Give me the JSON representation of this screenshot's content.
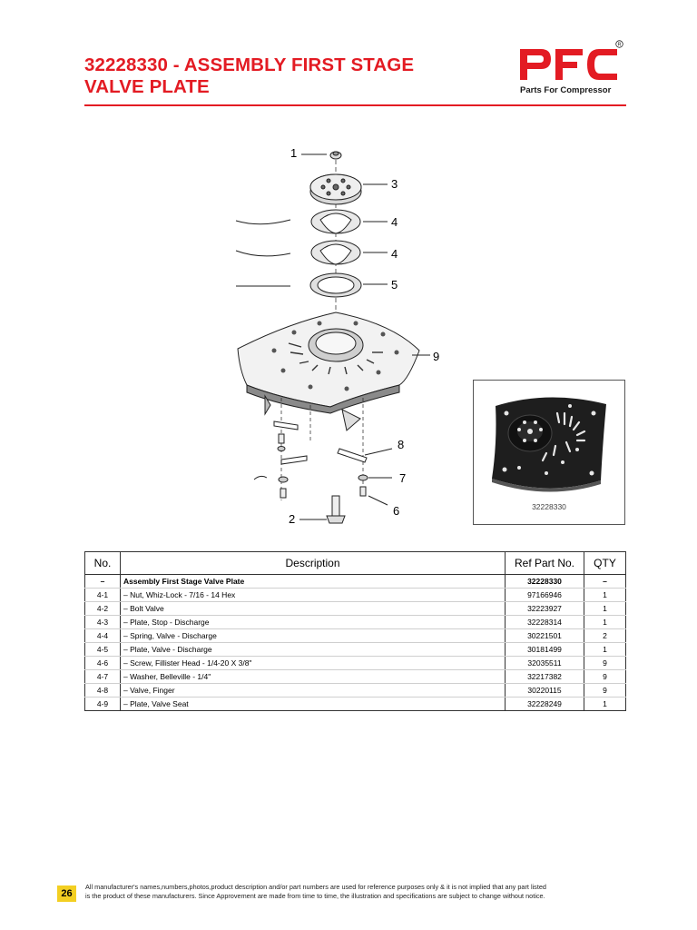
{
  "header": {
    "title_line1": "32228330 - ASSEMBLY FIRST STAGE",
    "title_line2": "VALVE PLATE",
    "logo_text": "PFC",
    "logo_tagline": "Parts For Compressor",
    "brand_color": "#e31b23"
  },
  "diagram": {
    "callouts": {
      "c1": "1",
      "c3": "3",
      "c4a": "4",
      "c4b": "4",
      "c5": "5",
      "c9": "9",
      "c8": "8",
      "c7": "7",
      "c6": "6",
      "c2": "2"
    }
  },
  "photo": {
    "caption": "32228330"
  },
  "table": {
    "headers": {
      "no": "No.",
      "description": "Description",
      "ref": "Ref Part No.",
      "qty": "QTY"
    },
    "rows": [
      {
        "no": "–",
        "description": "Assembly First Stage Valve Plate",
        "ref": "32228330",
        "qty": "–"
      },
      {
        "no": "4-1",
        "description": "– Nut, Whiz-Lock - 7/16 - 14 Hex",
        "ref": "97166946",
        "qty": "1"
      },
      {
        "no": "4-2",
        "description": "– Bolt Valve",
        "ref": "32223927",
        "qty": "1"
      },
      {
        "no": "4-3",
        "description": "– Plate, Stop - Discharge",
        "ref": "32228314",
        "qty": "1"
      },
      {
        "no": "4-4",
        "description": "– Spring, Valve - Discharge",
        "ref": "30221501",
        "qty": "2"
      },
      {
        "no": "4-5",
        "description": "– Plate, Valve - Discharge",
        "ref": "30181499",
        "qty": "1"
      },
      {
        "no": "4-6",
        "description": "– Screw, Fillister Head - 1/4-20 X 3/8\"",
        "ref": "32035511",
        "qty": "9"
      },
      {
        "no": "4-7",
        "description": "– Washer, Belleville - 1/4\"",
        "ref": "32217382",
        "qty": "9"
      },
      {
        "no": "4-8",
        "description": "– Valve, Finger",
        "ref": "30220115",
        "qty": "9"
      },
      {
        "no": "4-9",
        "description": "– Plate, Valve Seat",
        "ref": "32228249",
        "qty": "1"
      }
    ]
  },
  "footer": {
    "page_number": "26",
    "disclaimer_line1": "All manufacturer's names,numbers,photos,product description and/or part numbers are used for reference purposes only & it is not implied that any part listed",
    "disclaimer_line2": "is the product of these manufacturers.  Since Approvement are made from time to time,  the illustration and specifications are subject to change without notice."
  }
}
